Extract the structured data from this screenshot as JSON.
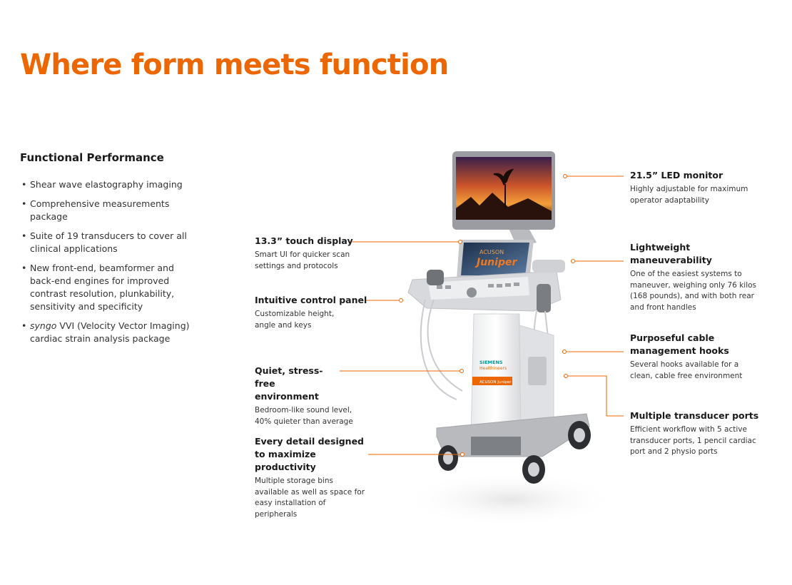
{
  "title": "Where form meets function",
  "section": {
    "heading": "Functional Performance",
    "items": [
      {
        "text": "Shear wave elastography imaging"
      },
      {
        "text": "Comprehensive measurements package"
      },
      {
        "text": "Suite of 19 transducers to cover all clinical applications"
      },
      {
        "text": "New front-end, beamformer and back-end engines for improved contrast resolution, plunkability, sensitivity and specificity"
      },
      {
        "italic": "syngo",
        "text": " VVI (Velocity Vector Imaging) cardiac strain analysis package"
      }
    ]
  },
  "callouts_left": [
    {
      "title": "13.3” touch display",
      "desc": "Smart UI for quicker scan settings and protocols"
    },
    {
      "title": "Intuitive control panel",
      "desc": "Customizable height, angle and keys"
    },
    {
      "title": "Quiet, stress-free environment",
      "desc": "Bedroom-like sound level, 40% quieter than average"
    },
    {
      "title": "Every detail designed to maximize productivity",
      "desc": "Multiple storage bins available as well as space for easy installation of peripherals"
    }
  ],
  "callouts_right": [
    {
      "title": "21.5” LED monitor",
      "desc": "Highly adjustable for maximum operator adaptability"
    },
    {
      "title": "Lightweight maneuverability",
      "desc": "One of the easiest systems to maneuver, weighing only 76 kilos (168 pounds), and with both rear and front handles"
    },
    {
      "title": "Purposeful cable management hooks",
      "desc": "Several hooks available for a clean, cable free environment"
    },
    {
      "title": "Multiple transducer ports",
      "desc": "Efficient workflow with 5 active transducer ports, 1 pencil cardiac port and 2 physio ports"
    }
  ],
  "device": {
    "brand_line1": "SIEMENS",
    "brand_line2": "Healthineers",
    "screen_logo_small": "ACUSON",
    "screen_logo_big": "Juniper",
    "panel_label": "ACUSON Juniper"
  },
  "colors": {
    "accent": "#ec6602",
    "leader": "#ec6602"
  }
}
